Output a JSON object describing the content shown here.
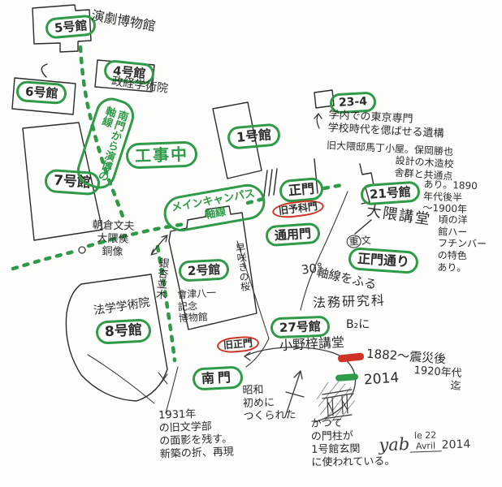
{
  "colors": {
    "green": "#2f9b48",
    "red": "#cf3326",
    "ink": "#2b2b2b"
  },
  "buildings": {
    "b5": "5号館",
    "b4": "4号館",
    "b6": "6号館",
    "b7": "7号館",
    "b1": "1号館",
    "b2": "2号館",
    "b8": "8号館",
    "b21": "21号館",
    "b27": "27号館",
    "b23_4": "23-4"
  },
  "gates": {
    "seimon": "正門",
    "kyu_yokamon": "旧予科門",
    "tsuyomon": "通用門",
    "nanmon": "南門",
    "kyu_seimon": "旧正門",
    "seimon_dori": "正門通り"
  },
  "labels": {
    "enpaku": "演劇博物館",
    "seikei": "政経学術院",
    "koji": "工事中",
    "axis_vertical": "南門から演博の\n軸線",
    "main_axis": "メインキャンパス\n軸線",
    "statue": "朝倉文夫\n大隈侯\n銅像",
    "ginkgo": "銀杏並木",
    "sakura": "早咲きの桜",
    "aizu": "會津八一\n記念\n博物館",
    "hogaku": "法学学術院",
    "okuma_kodo": "大隈講堂",
    "jubun_1": "重",
    "jubun_2": "文",
    "homu": "法務研究科",
    "b2ni": "B₂に",
    "ono": "小野梓講堂",
    "deg30": "30°",
    "axis_turn": "軸線をふる"
  },
  "notes": {
    "relic_1": "学内での東京専門\n学校時代を偲ばせる遺構",
    "relic_2": "旧大隈邸馬丁小屋。保岡勝也",
    "relic_3": "設計の木造校\n舎群と共通点",
    "relic_4": "あり。1890\n年代後半\n〜1900年",
    "relic_5": "頃の洋\n館ハー\nフチンバー\nの特色\nあり。",
    "showa": "昭和\n初めに\nつくられた",
    "bungakubu": "1931年\nの旧文学部\nの面影を残す。\n新築の折、再現",
    "pillar": "かつて\nの門柱が\n1号館玄関\nに使われている。"
  },
  "legend": {
    "red_label": "1882〜震災後",
    "red_label2": "1920年代\n迄",
    "green_label": "2014"
  },
  "signature": {
    "name": "yab",
    "date_top": "le 22",
    "date_bottom": "Avril",
    "year": "2014"
  }
}
